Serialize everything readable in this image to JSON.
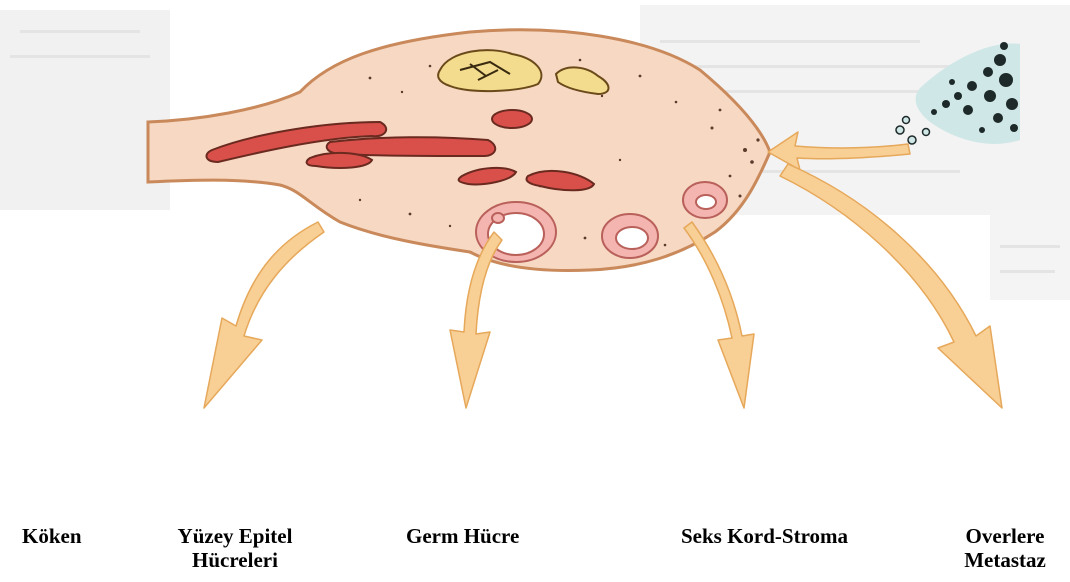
{
  "labels": {
    "origin": "Köken",
    "surface_line1": "Yüzey Epitel",
    "surface_line2": "Hücreleri",
    "germ": "Germ Hücre",
    "sex_cord": "Seks Kord-Stroma",
    "metastasis_line1": "Overlere",
    "metastasis_line2": "Metastaz"
  },
  "colors": {
    "ovary_fill": "#f6d8c3",
    "ovary_outline": "#c9895a",
    "vessel_red": "#d9504b",
    "arrow_fill": "#f8cf95",
    "arrow_outline": "#e6a85a",
    "corpus_yellow": "#f3dc8e",
    "tumor_dark": "#1e2a2a",
    "tumor_light": "#cfe7e6"
  }
}
